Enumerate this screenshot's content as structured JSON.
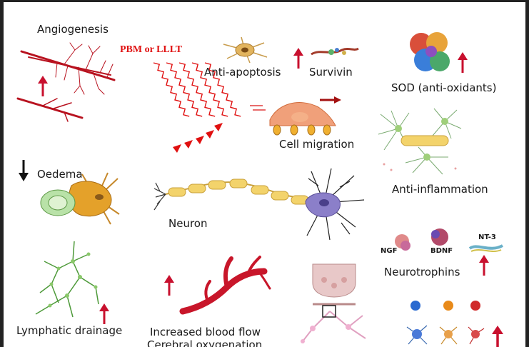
{
  "labels": {
    "angiogenesis": "Angiogenesis",
    "pbm": "PBM or LLLT",
    "anti_apoptosis": "Anti-apoptosis",
    "survivin": "Survivin",
    "sod": "SOD (anti-oxidants)",
    "cell_migration": "Cell migration",
    "oedema": "Oedema",
    "anti_inflammation": "Anti-inflammation",
    "neuron": "Neuron",
    "ngf": "NGF",
    "bdnf": "BDNF",
    "nt3": "NT-3",
    "neurotrophins": "Neurotrophins",
    "lymphatic_drainage": "Lymphatic drainage",
    "increased_blood_flow": "Increased blood flow",
    "cerebral_oxygenation": "Cerebral oxygenation"
  },
  "colors": {
    "arrow_up": "#c8102e",
    "laser": "#e01010",
    "vessel": "#b8121f",
    "axon": "#f3d36b",
    "neuron_body": "#8b7fc9",
    "astrocyte": "#e4a12a",
    "lymph": "#4e9a3a"
  }
}
